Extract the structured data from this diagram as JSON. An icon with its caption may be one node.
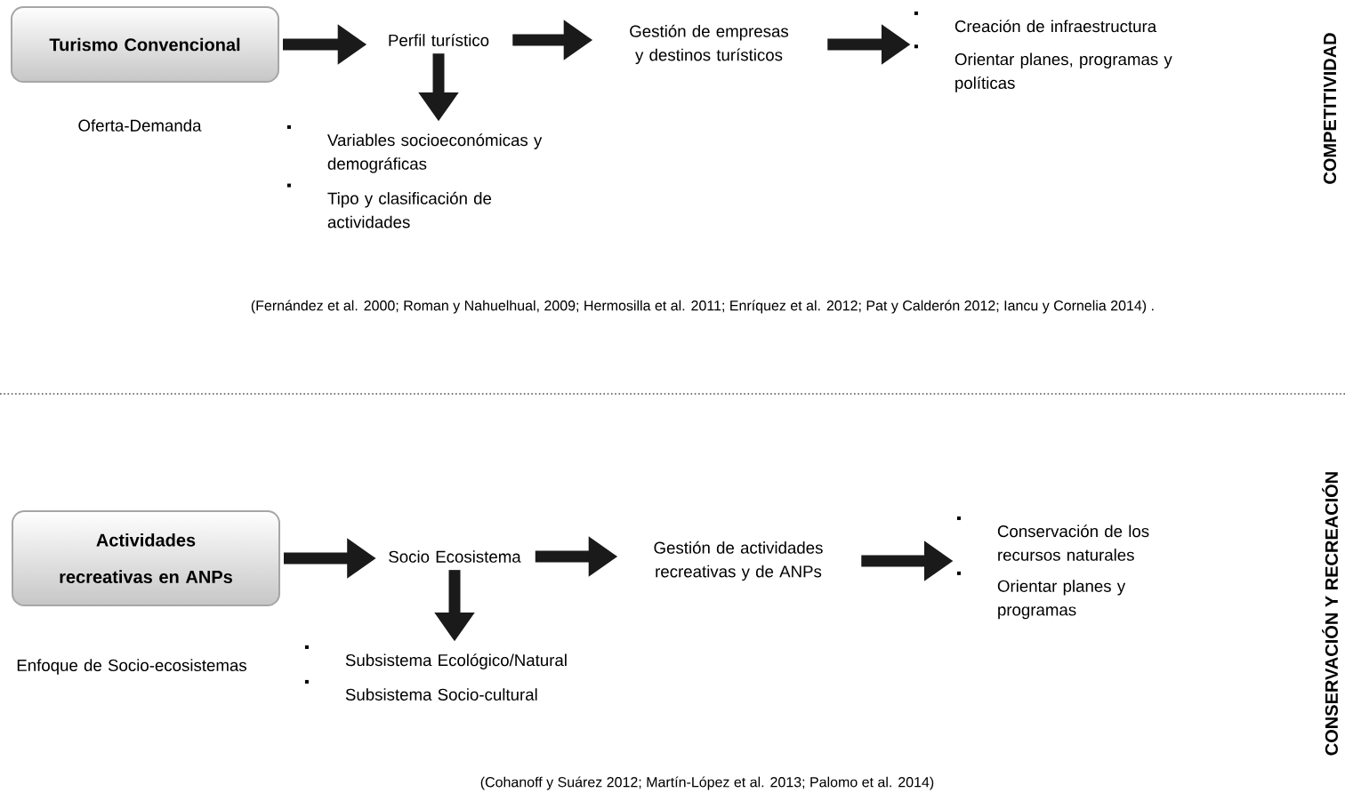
{
  "diagram": {
    "nodes": [
      {
        "text": [
          "Turismo Convencional"
        ],
        "beside": [
          "Oferta-Demanda"
        ]
      },
      {
        "text": [
          "Perfil turístico"
        ]
      },
      {
        "text": [
          "Gestión de empresas y destinos turísticos"
        ]
      },
      {
        "text": [
          "Creación de infraestructura",
          "Orientar planes, programas y políticas"
        ]
      },
      {
        "text": [
          "Variables socioeconómicas y demográficas",
          "Tipo y clasificación de actividades"
        ]
      },
      {
        "text": [
          "Actividades recreativas en ANPs"
        ],
        "beside": [
          "Enfoque de Socio-ecosistemas"
        ]
      },
      {
        "text": [
          "Socio Ecosistema"
        ]
      },
      {
        "text": [
          "Gestión de actividades recreativas y de ANPs"
        ]
      },
      {
        "text": [
          "Conservación de los recursos naturales",
          "Orientar planes y programas"
        ]
      },
      {
        "text": [
          "Subsistema Ecológico/Natural",
          "Subsistema Socio-cultural"
        ]
      }
    ],
    "edges": [
      {
        "from": 0,
        "to": 1,
        "arrow": "to"
      },
      {
        "from": 1,
        "to": 2,
        "arrow": "to"
      },
      {
        "from": 2,
        "to": 3,
        "arrow": "to"
      },
      {
        "from": 1,
        "to": 4,
        "arrow": "to"
      },
      {
        "from": 5,
        "to": 6,
        "arrow": "to"
      },
      {
        "from": 6,
        "to": 7,
        "arrow": "to"
      },
      {
        "from": 7,
        "to": 8,
        "arrow": "to"
      },
      {
        "from": 6,
        "to": 9,
        "arrow": "to"
      }
    ],
    "labels": [
      "COMPETITIVIDAD",
      "(Fernández et al. 2000; Roman y Nahuelhual, 2009; Hermosilla et al. 2011; Enríquez et al. 2012; Pat y Calderón 2012; Iancu y Cornelia 2014) .",
      "CONSERVACIÓN Y RECREACIÓN",
      "(Cohanoff y Suárez 2012; Martín-López et al. 2013; Palomo et al. 2014)"
    ]
  }
}
